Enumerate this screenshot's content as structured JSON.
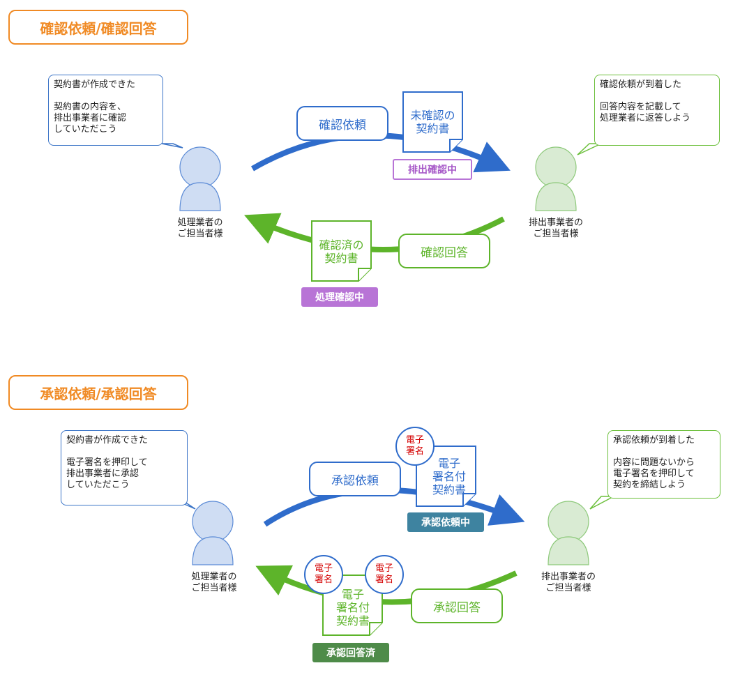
{
  "sections": [
    {
      "title": "確認依頼/確認回答",
      "left_bubble": "契約書が作成できた\n\n契約書の内容を、\n排出事業者に確認\nしていただこう",
      "right_bubble": "確認依頼が到着した\n\n回答内容を記載して\n処理業者に返答しよう",
      "left_person_label": "処理業者の\nご担当者様",
      "right_person_label": "排出事業者の\nご担当者様",
      "request_pill": "確認依頼",
      "request_doc": "未確認の\n契約書",
      "request_status": "排出確認中",
      "reply_pill": "確認回答",
      "reply_doc": "確認済の\n契約書",
      "reply_status": "処理確認中"
    },
    {
      "title": "承認依頼/承認回答",
      "left_bubble": "契約書が作成できた\n\n電子署名を押印して\n排出事業者に承認\nしていただこう",
      "right_bubble": "承認依頼が到着した\n\n内容に問題ないから\n電子署名を押印して\n契約を締結しよう",
      "left_person_label": "処理業者の\nご担当者様",
      "right_person_label": "排出事業者の\nご担当者様",
      "request_pill": "承認依頼",
      "request_doc": "電子\n署名付\n契約書",
      "request_seal": "電子\n署名",
      "request_status": "承認依頼中",
      "reply_pill": "承認回答",
      "reply_doc": "電子\n署名付\n契約書",
      "reply_seal_left": "電子\n署名",
      "reply_seal_right": "電子\n署名",
      "reply_status": "承認回答済"
    }
  ],
  "colors": {
    "orange": "#f08a24",
    "blue": "#2f6ccb",
    "green": "#5db42a",
    "person_blue": "#cfddf3",
    "person_green": "#d9ebd3",
    "seal_text": "#d40000"
  }
}
